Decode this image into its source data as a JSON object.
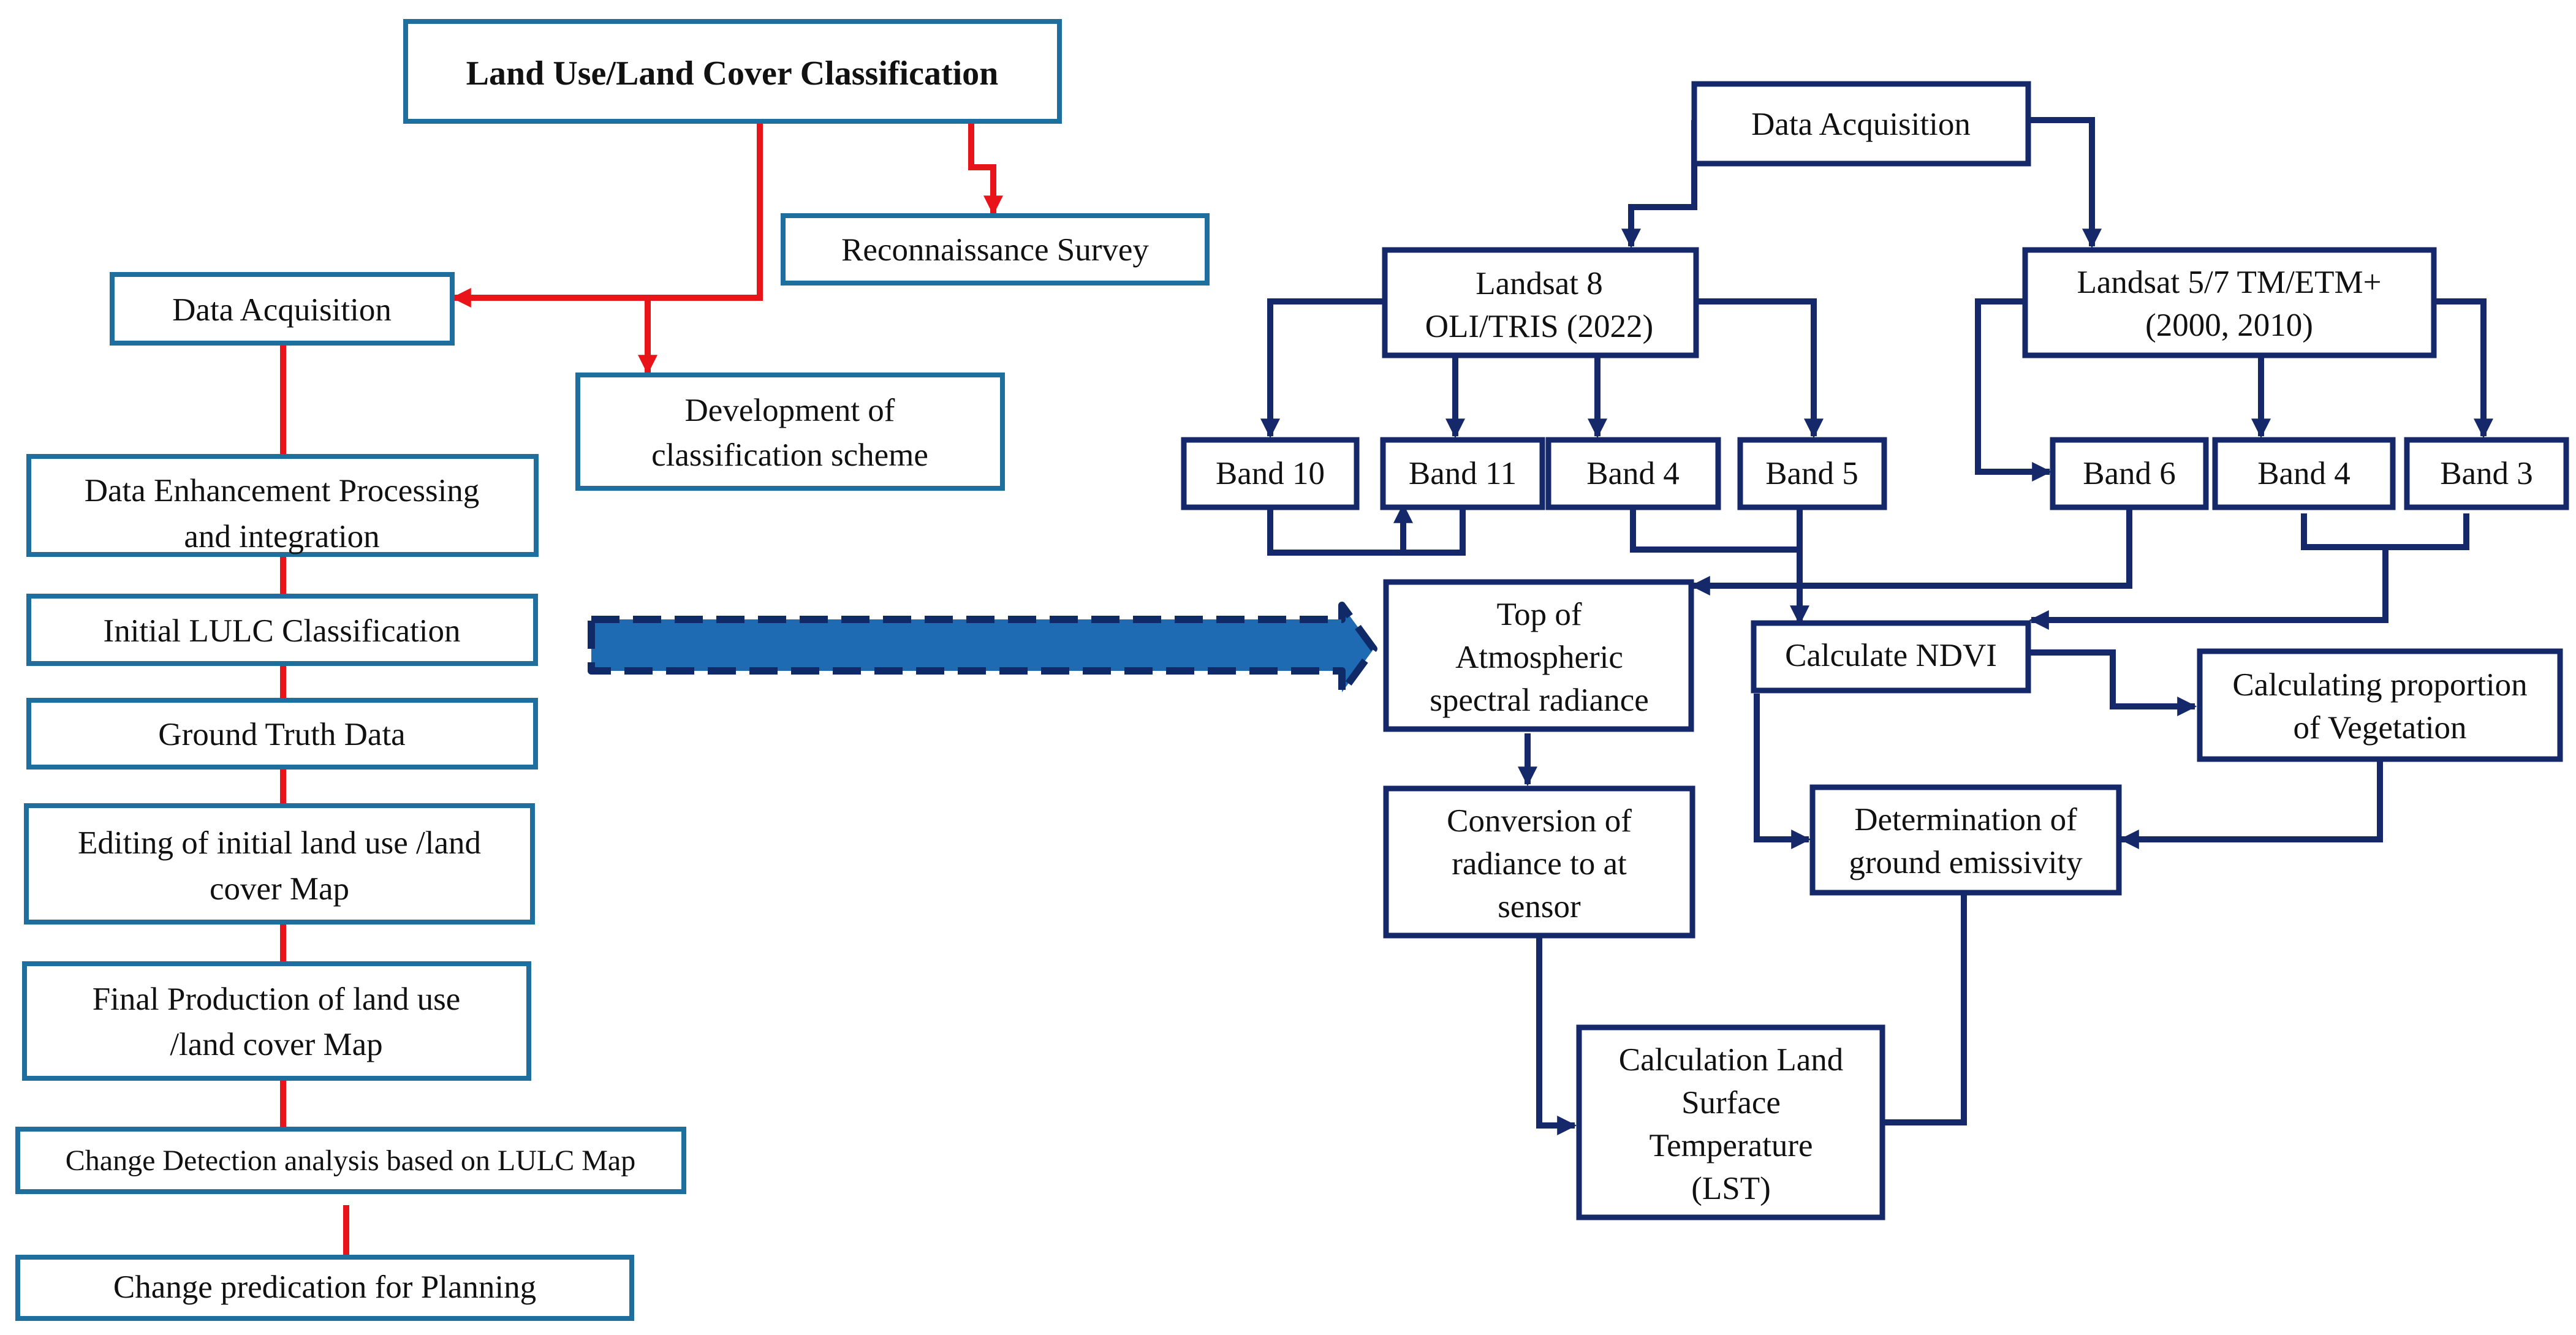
{
  "colors": {
    "left_border": "#1f6f9e",
    "right_border": "#14286a",
    "red_connector": "#e8141a",
    "navy_connector": "#14286a",
    "big_arrow_fill": "#1e6bb3",
    "big_arrow_outline": "#0f2a66"
  },
  "left_flow": {
    "title": "Land Use/Land Cover Classification",
    "recon": "Reconnaissance Survey",
    "data_acq": "Data Acquisition",
    "dev_scheme": [
      "Development of",
      "classification scheme"
    ],
    "enhance": [
      "Data Enhancement  Processing",
      "and integration"
    ],
    "initial": "Initial LULC Classification",
    "ground": "Ground  Truth Data",
    "editing": [
      "Editing of initial land use /land",
      "cover Map"
    ],
    "final": [
      "Final Production  of land use",
      "/land cover Map"
    ],
    "change_det": "Change Detection analysis based on LULC Map",
    "change_pred": "Change  predication for Planning"
  },
  "right_flow": {
    "data_acq": "Data Acquisition",
    "landsat8": [
      "Landsat 8",
      "OLI/TRIS  (2022)"
    ],
    "landsat57": [
      "Landsat 5/7 TM/ETM+",
      "(2000, 2010)"
    ],
    "band10": "Band 10",
    "band11": "Band 11",
    "band4a": "Band 4",
    "band5": "Band 5",
    "band6": "Band 6",
    "band4b": "Band 4",
    "band3": "Band 3",
    "toa": [
      "Top of",
      "Atmospheric",
      "spectral radiance"
    ],
    "ndvi": "Calculate NDVI",
    "prop_veg": [
      "Calculating proportion",
      "of Vegetation"
    ],
    "conversion": [
      "Conversion  of",
      "radiance to at",
      "sensor"
    ],
    "emissivity": [
      "Determination of",
      "ground emissivity"
    ],
    "lst": [
      "Calculation Land",
      "Surface",
      "Temperature",
      "(LST)"
    ]
  }
}
